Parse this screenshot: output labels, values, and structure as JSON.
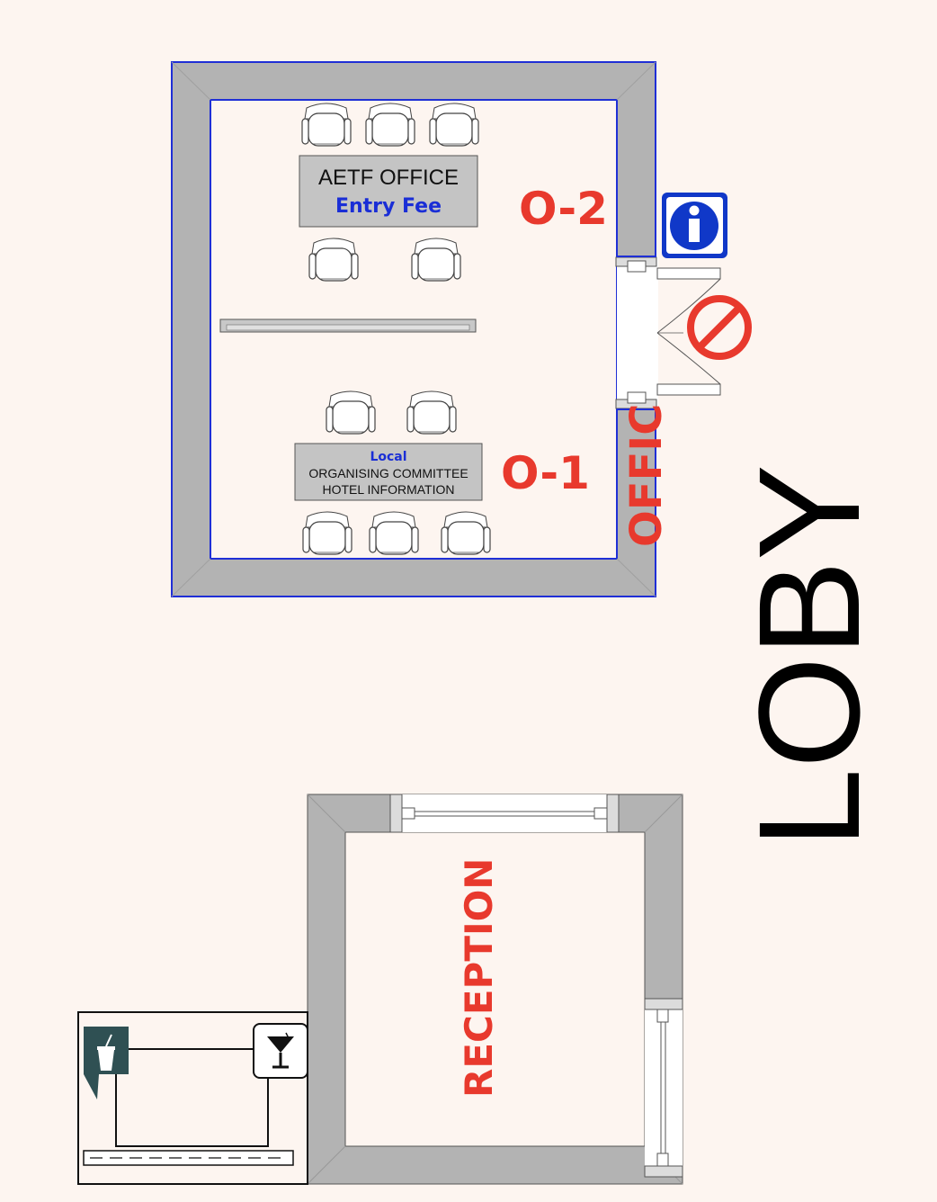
{
  "office": {
    "aetf_title": "AETF OFFICE",
    "aetf_subtitle": "Entry Fee",
    "local_title": "Local",
    "local_line1": "ORGANISING COMMITTEE",
    "local_line2": "HOTEL INFORMATION",
    "label_o2": "O-2",
    "label_o1": "O-1",
    "vertical_label": "OFFIC"
  },
  "lobby": {
    "label": "LOBY"
  },
  "reception": {
    "label": "RECEPTION"
  },
  "icons": {
    "info": "info-icon",
    "no_entry": "no-entry-icon",
    "drink": "drink-cup-icon",
    "cocktail": "cocktail-glass-icon"
  },
  "colors": {
    "background": "#fdf5f0",
    "wall": "#b3b3b3",
    "wall_outline": "#1f2fd6",
    "label_red": "#e8392d",
    "entry_fee_blue": "#1a2ed6",
    "info_blue": "#1038c8",
    "bar_teal": "#2f5053"
  }
}
